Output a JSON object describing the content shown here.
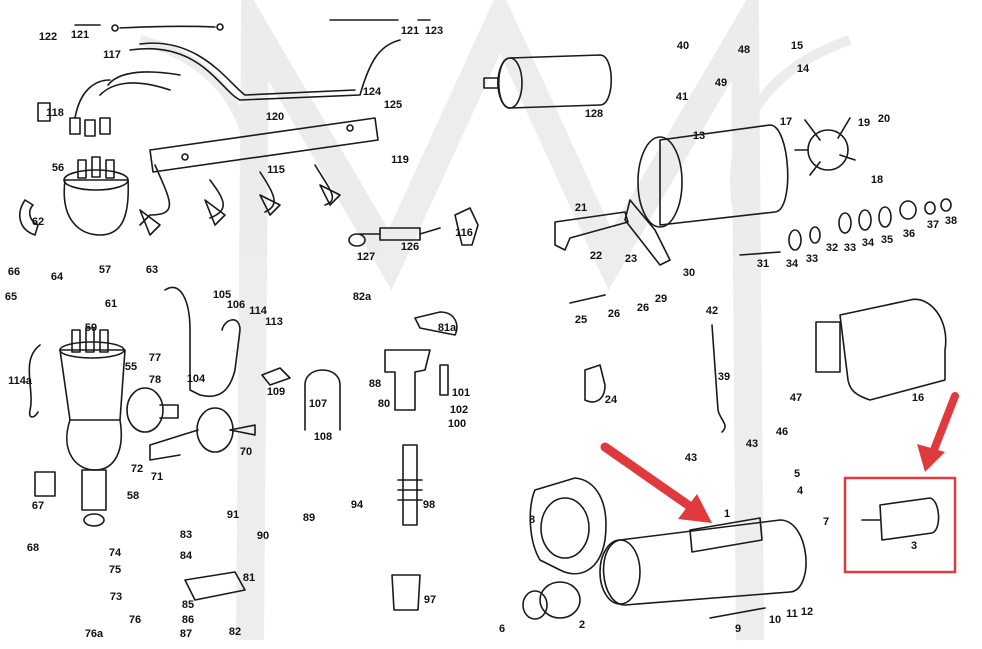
{
  "diagram": {
    "part_labels": [
      "122",
      "121",
      "117",
      "121",
      "123",
      "118",
      "120",
      "124",
      "125",
      "119",
      "56",
      "115",
      "62",
      "127",
      "126",
      "116",
      "66",
      "65",
      "64",
      "57",
      "63",
      "61",
      "105",
      "106",
      "114",
      "113",
      "59",
      "82a",
      "81a",
      "114a",
      "55",
      "77",
      "78",
      "104",
      "109",
      "107",
      "108",
      "80",
      "88",
      "101",
      "102",
      "100",
      "67",
      "72",
      "71",
      "58",
      "70",
      "68",
      "74",
      "75",
      "73",
      "76",
      "76a",
      "83",
      "84",
      "91",
      "90",
      "89",
      "94",
      "98",
      "81",
      "85",
      "86",
      "87",
      "82",
      "97",
      "128",
      "40",
      "48",
      "15",
      "14",
      "41",
      "49",
      "13",
      "17",
      "19",
      "20",
      "18",
      "21",
      "22",
      "23",
      "31",
      "34",
      "33",
      "32",
      "33",
      "34",
      "35",
      "36",
      "37",
      "38",
      "25",
      "26",
      "26",
      "29",
      "30",
      "42",
      "39",
      "24",
      "43",
      "43",
      "46",
      "47",
      "16",
      "5",
      "4",
      "8",
      "1",
      "7",
      "3",
      "6",
      "2",
      "9",
      "10",
      "11",
      "12"
    ],
    "highlight_color": "#e0393e",
    "watermark_color": "#ebebeb"
  }
}
